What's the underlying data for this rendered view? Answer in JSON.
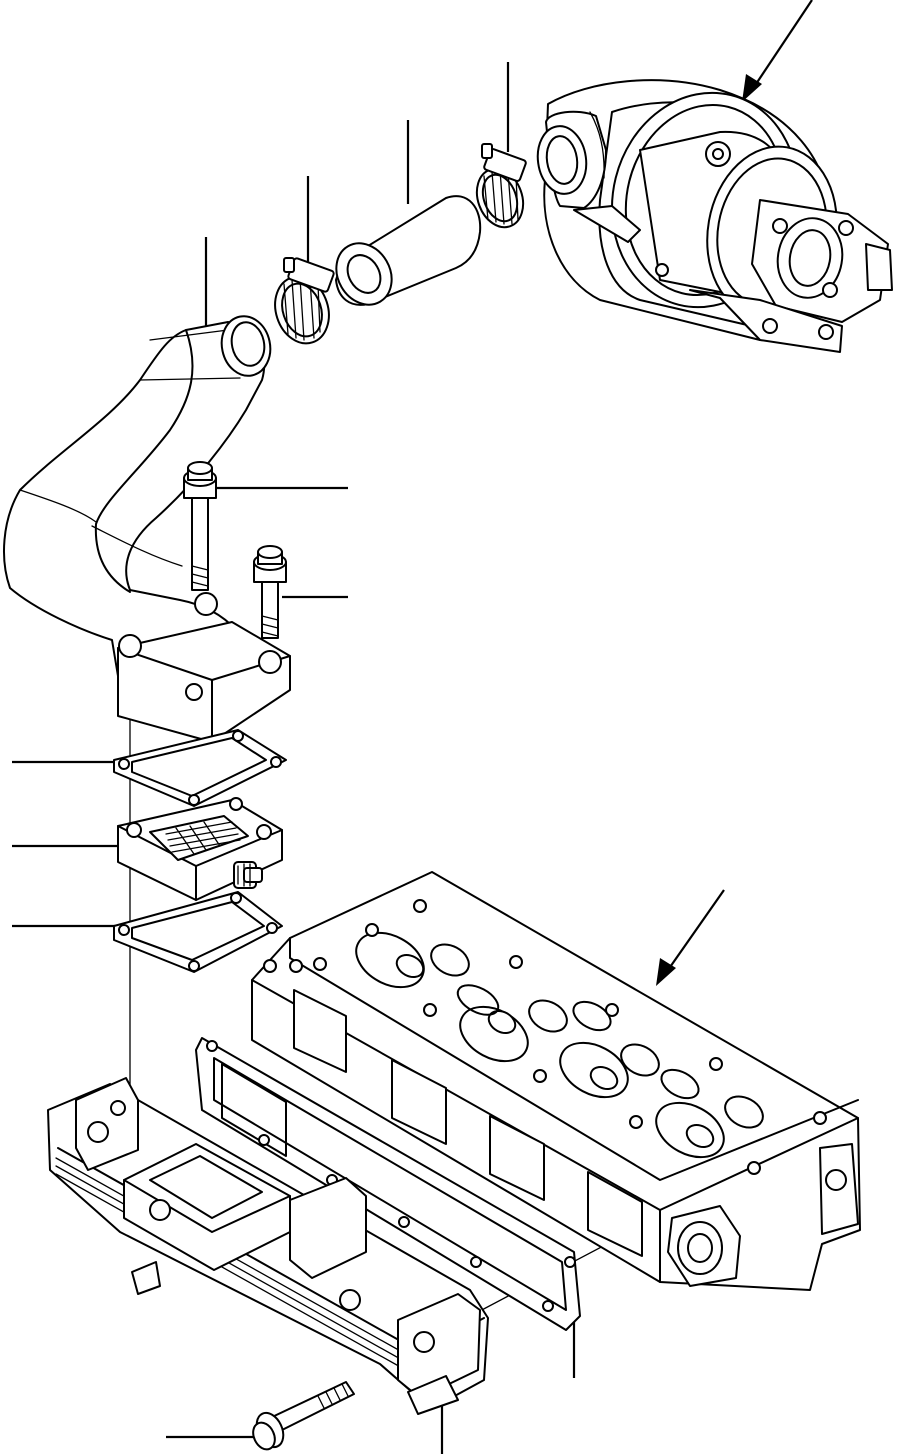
{
  "diagram": {
    "parts": [
      {
        "id": "turbocharger",
        "kind": "assembly"
      },
      {
        "id": "hose-clamp-upper",
        "kind": "clamp"
      },
      {
        "id": "hose",
        "kind": "hose"
      },
      {
        "id": "hose-clamp-lower",
        "kind": "clamp"
      },
      {
        "id": "air-connector-elbow",
        "kind": "pipe"
      },
      {
        "id": "bolt-long",
        "kind": "bolt"
      },
      {
        "id": "bolt-short",
        "kind": "bolt"
      },
      {
        "id": "gasket-upper",
        "kind": "gasket"
      },
      {
        "id": "intake-air-heater",
        "kind": "heater"
      },
      {
        "id": "gasket-lower",
        "kind": "gasket"
      },
      {
        "id": "cylinder-head",
        "kind": "assembly"
      },
      {
        "id": "intake-manifold-gasket",
        "kind": "gasket"
      },
      {
        "id": "intake-manifold",
        "kind": "manifold"
      },
      {
        "id": "manifold-bolt",
        "kind": "bolt"
      }
    ],
    "callout_count": 14
  }
}
